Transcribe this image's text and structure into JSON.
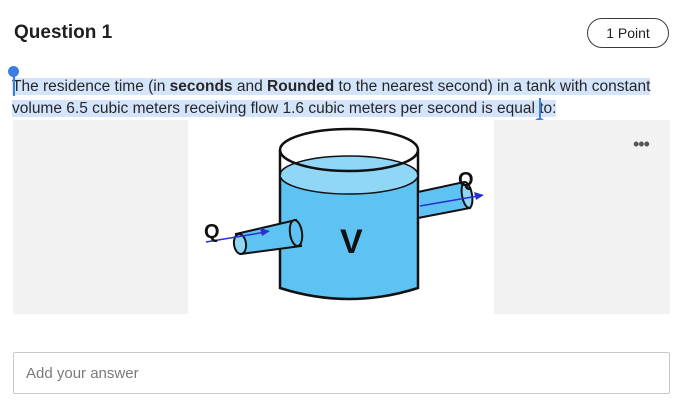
{
  "question": {
    "title": "Question 1",
    "points": "1 Point",
    "text_parts": {
      "p1": "The residence time (in ",
      "b1": "seconds",
      "p2": " and ",
      "b2": "Rounded",
      "p3": " to the nearest second) in a tank with constant volume 6.5 cubic meters receiving flow 1.6 cubic meters per second is equal to:"
    }
  },
  "figure": {
    "inflow_label": "Q",
    "outflow_label": "Q",
    "tank_label": "V",
    "colors": {
      "water": "#5ec3f2",
      "water_top": "#8fd6f7",
      "arrow": "#2a2fd0",
      "outline": "#111111"
    }
  },
  "menu": {
    "icon": "more-horizontal-icon"
  },
  "answer": {
    "placeholder": "Add your answer",
    "value": ""
  },
  "colors": {
    "selection": "#d4e4fb",
    "handle": "#3d7fe0",
    "panel": "#f2f2f2"
  }
}
